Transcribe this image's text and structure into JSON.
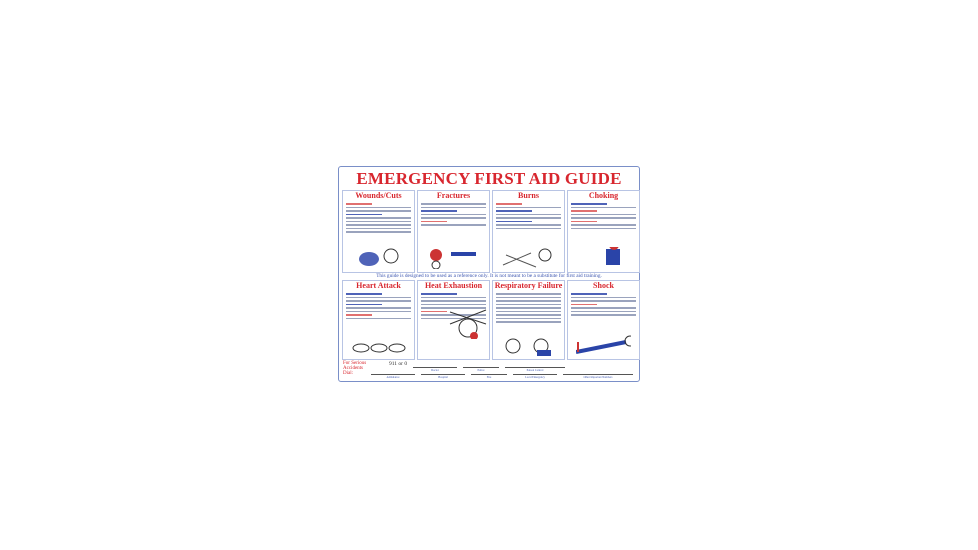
{
  "poster": {
    "title": "EMERGENCY FIRST AID GUIDE",
    "panels_top": [
      {
        "heading": "Wounds/Cuts"
      },
      {
        "heading": "Fractures"
      },
      {
        "heading": "Burns"
      },
      {
        "heading": "Choking"
      }
    ],
    "banner": "This guide is designed to be used as a reference only.  It is not meant to be a substitute for first aid training.",
    "panels_bottom": [
      {
        "heading": "Heart Attack"
      },
      {
        "heading": "Heat Exhaustion"
      },
      {
        "heading": "Respiratory Failure"
      },
      {
        "heading": "Shock"
      }
    ],
    "footer": {
      "serious": "For Serious Accidents Dial:",
      "number": "911 or 0",
      "fields": [
        "Doctor",
        "Police",
        "Poison Control",
        "Ambulance",
        "Hospital",
        "Fire",
        "Local Emergency",
        "Other Important Numbers"
      ]
    },
    "colors": {
      "heading": "#d8262e",
      "banner": "#3d56b0",
      "border": "#7a8fc8"
    }
  }
}
